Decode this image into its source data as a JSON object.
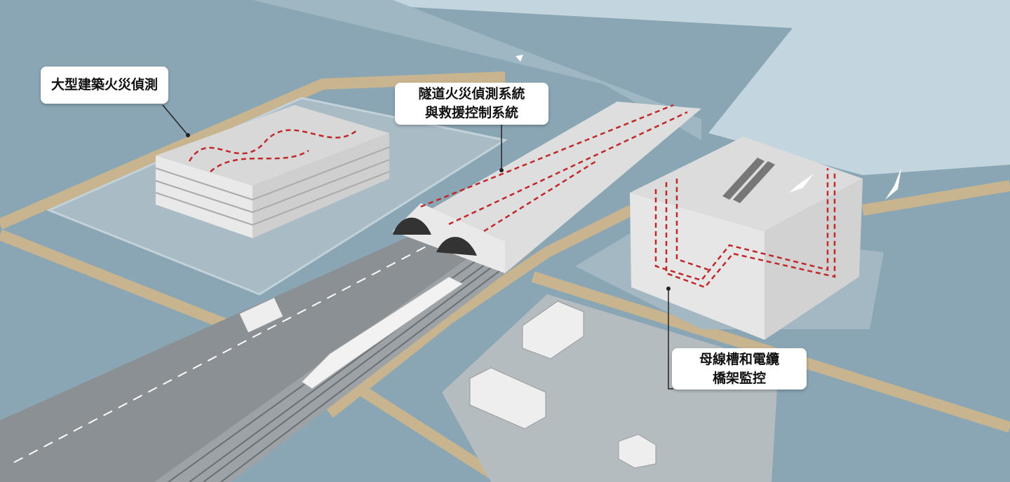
{
  "labels": {
    "building_fire": {
      "lines": [
        "大型建築火災偵測"
      ]
    },
    "tunnel_fire": {
      "lines": [
        "隧道火災偵測系統",
        "與救援控制系統"
      ]
    },
    "busway_cable": {
      "lines": [
        "母線槽和電纜",
        "橋架監控"
      ]
    }
  },
  "colors": {
    "water": "#8aa6b4",
    "sky": "#c3d5df",
    "road_tan": "#c8b48e",
    "structure": "#e4e4e4",
    "sensor_line": "#c0282a"
  }
}
